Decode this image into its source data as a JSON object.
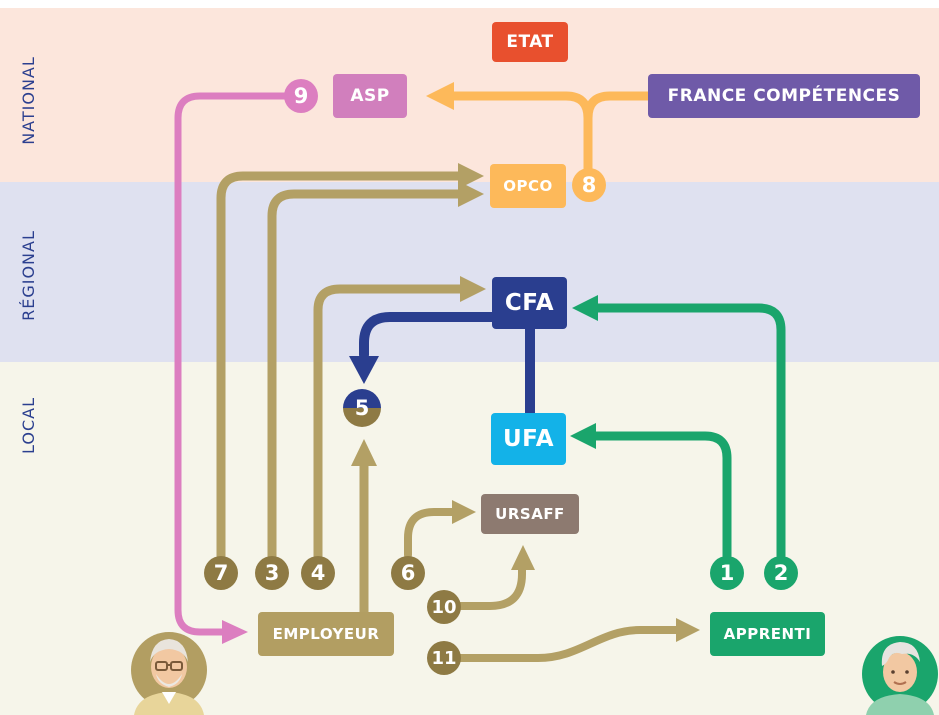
{
  "colors": {
    "national_bg": "#fce6dc",
    "regional_bg": "#dfe1f0",
    "local_bg": "#f6f5ea",
    "band_label": "#2b3f8f",
    "etat": "#e8502e",
    "france_competences": "#6f5aa8",
    "asp": "#d17fbd",
    "opco": "#fdb95a",
    "cfa": "#2a3e8f",
    "ufa": "#13b2e8",
    "ursaff": "#8d7a70",
    "employeur": "#b29e62",
    "apprenti": "#1aa56c",
    "pink_arrow": "#dc7ec0",
    "tan_arrow": "#b3a065",
    "green_arrow": "#1aa56c",
    "navy_arrow": "#2a3e8f",
    "orange_arrow": "#fdb95a"
  },
  "levels": {
    "national": "NATIONAL",
    "regional": "RÉGIONAL",
    "local": "LOCAL"
  },
  "actors": {
    "etat": "ETAT",
    "france_competences": "FRANCE COMPÉTENCES",
    "asp": "ASP",
    "opco": "OPCO",
    "cfa": "CFA",
    "ufa": "UFA",
    "ursaff": "URSAFF",
    "employeur": "EMPLOYEUR",
    "apprenti": "APPRENTI"
  },
  "steps": {
    "s1": "1",
    "s2": "2",
    "s3": "3",
    "s4": "4",
    "s5": "5",
    "s6": "6",
    "s7": "7",
    "s8": "8",
    "s9": "9",
    "s10": "10",
    "s11": "11"
  },
  "icons": {
    "employer_avatar": "older-man-glasses-avatar",
    "apprentice_avatar": "young-man-avatar"
  }
}
